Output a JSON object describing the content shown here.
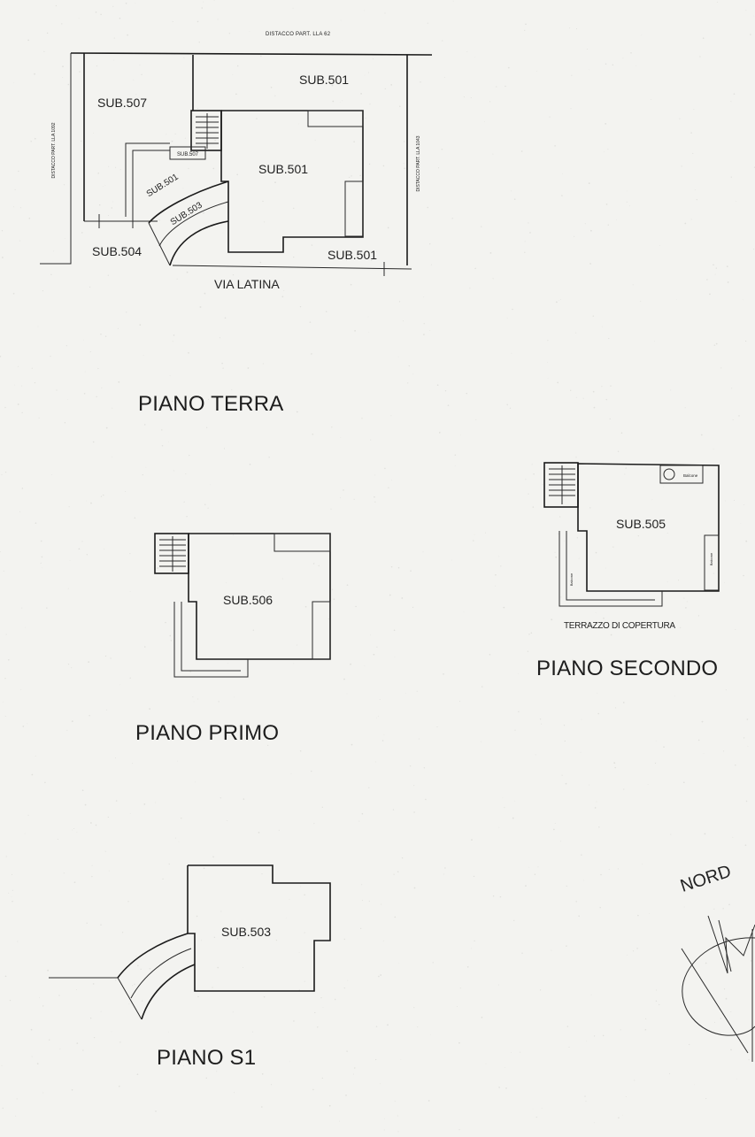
{
  "floors": {
    "terra": {
      "title": "PIANO TERRA",
      "street": "VIA LATINA",
      "distance_top": "DISTACCO PART. LLA 62",
      "distance_left": "DISTACCO PART. LLA 1092",
      "distance_right": "DISTACCO PART. LLA 1043",
      "units": {
        "sub507": "SUB.507",
        "sub501_top": "SUB.501",
        "sub501_main": "SUB.501",
        "sub501_bottom": "SUB.501",
        "sub501_curve": "SUB.501",
        "sub503_curve": "SUB.503",
        "sub504": "SUB.504",
        "sub507_small": "SUB.507"
      }
    },
    "primo": {
      "title": "PIANO PRIMO",
      "unit": "SUB.506"
    },
    "secondo": {
      "title": "PIANO SECONDO",
      "unit": "SUB.505",
      "terrace": "TERRAZZO DI COPERTURA",
      "tag_box": "Balcone",
      "tag_left": "Balcone",
      "tag_right": "Balcone"
    },
    "s1": {
      "title": "PIANO S1",
      "unit": "SUB.503"
    }
  },
  "north": {
    "label": "NORD",
    "icon": "north-arrow-icon"
  }
}
